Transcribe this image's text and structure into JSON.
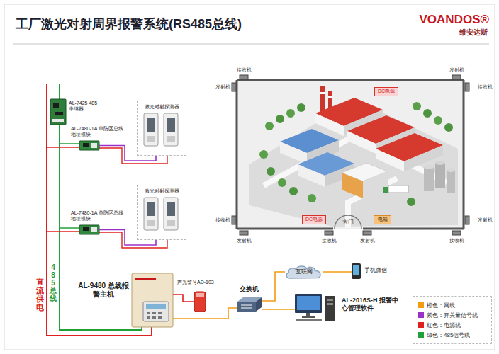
{
  "diagram": {
    "title": "工厂激光对射周界报警系统(RS485总线)",
    "nodes": [
      {
        "text": [
          "AL-7425 485中继器"
        ]
      },
      {
        "text": [
          "AL-7480-1A 单防区总线地址模块"
        ]
      },
      {
        "text": [
          "激光对射探测器"
        ]
      },
      {
        "text": [
          "AL-7480-1A 单防区总线地址模块"
        ]
      },
      {
        "text": [
          "激光对射探测器"
        ]
      },
      {
        "text": [
          "AL-9480 总线报警主机"
        ]
      },
      {
        "text": [
          "声光警号AD-103"
        ]
      },
      {
        "text": [
          "交换机"
        ]
      },
      {
        "text": [
          "互联网"
        ]
      },
      {
        "text": [
          "手机微信"
        ]
      },
      {
        "text": [
          "AL-2016S-H 报警中心管理软件"
        ]
      },
      {
        "text": [
          "DC电源"
        ]
      },
      {
        "text": [
          "DC电源"
        ]
      },
      {
        "text": [
          "电箱"
        ]
      }
    ],
    "edges": [
      {
        "from": 1,
        "to": 2,
        "arrow": "none"
      },
      {
        "from": 3,
        "to": 4,
        "arrow": "none"
      },
      {
        "from": 5,
        "to": 6,
        "arrow": "none"
      },
      {
        "from": 5,
        "to": 7,
        "arrow": "none"
      },
      {
        "from": 7,
        "to": 8,
        "arrow": "none"
      },
      {
        "from": 8,
        "to": 9,
        "arrow": "none"
      },
      {
        "from": 7,
        "to": 10,
        "arrow": "none"
      }
    ],
    "labels": [
      "VOANDOS®",
      "维安达斯",
      "接收机",
      "发射机",
      "发射机",
      "接收机",
      "接收机",
      "发射机",
      "大门",
      "发射机",
      "接收机",
      "发射机",
      "接收机",
      "直流供电",
      "485总线"
    ],
    "legend": [
      {
        "text": "橙色：网线",
        "color": "#f39c12"
      },
      {
        "text": "紫色：开关量信号线",
        "color": "#9b30c8"
      },
      {
        "text": "红色：电源线",
        "color": "#e0201e"
      },
      {
        "text": "绿色：485信号线",
        "color": "#22a038"
      }
    ]
  }
}
